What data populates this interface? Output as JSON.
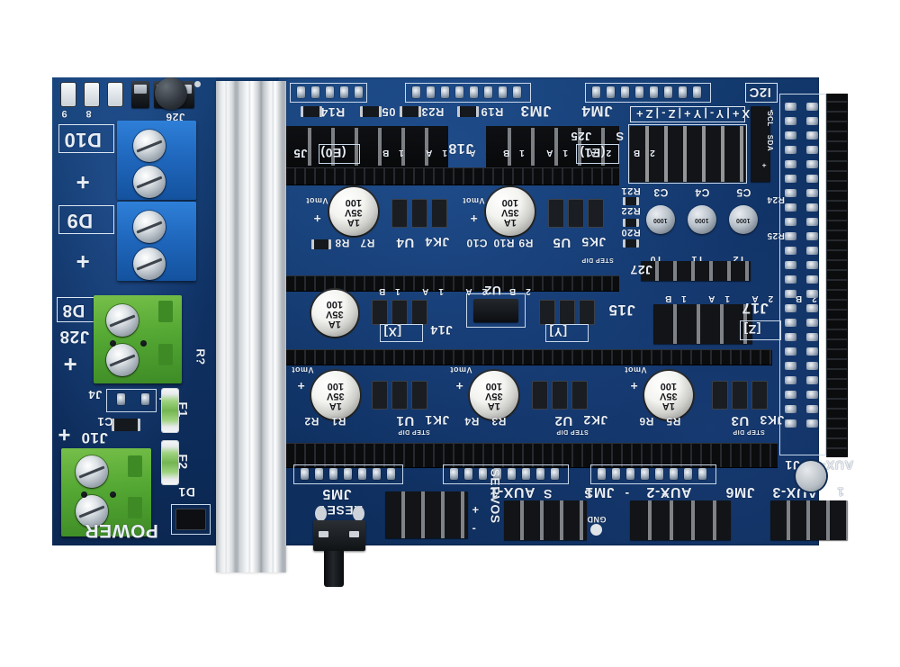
{
  "scene": {
    "subject": "RAMPS 1.4 3D printer controller shield board photograph",
    "orientation": "board photographed rotated 180 degrees; silkscreen text appears upside-down",
    "background_color": "#ffffff",
    "pcb_color": "#123a6b",
    "silkscreen_color": "#e8eef6"
  },
  "power_section": {
    "blue_terminal": {
      "labels": [
        "D10",
        "+",
        "D9",
        "+"
      ],
      "screw_count": 4,
      "color": "#1f67bd"
    },
    "green_terminal_upper": {
      "labels": [
        "D8",
        "J28",
        "+"
      ],
      "screw_count": 2,
      "color": "#54a833"
    },
    "green_terminal_lower": {
      "labels": [
        "J10",
        "+",
        "POWER"
      ],
      "screw_count": 2,
      "color": "#54a833"
    },
    "components": [
      {
        "ref": "J26"
      },
      {
        "ref": "J4"
      },
      {
        "ref": "C1"
      },
      {
        "ref": "F1"
      },
      {
        "ref": "F2"
      },
      {
        "ref": "D1"
      },
      {
        "ref": "R?"
      }
    ],
    "led_refs": [
      "9",
      "8"
    ],
    "mosfet_count": 3
  },
  "top_headers": {
    "refs": [
      "R14",
      "05",
      "R23",
      "R19",
      "JM3",
      "JM4",
      "I2C"
    ],
    "endstop_labels": [
      "X-",
      "X+",
      "Y-",
      "Y+",
      "Z-",
      "Z+"
    ],
    "extruder_labels": [
      "J5",
      "(E0)",
      "J18",
      "J25",
      "S",
      "(E1)"
    ],
    "driver_pin_labels": [
      "2B",
      "2A",
      "1A",
      "1B"
    ]
  },
  "driver_area": {
    "capacitor_text": [
      "1A",
      "35V",
      "100"
    ],
    "caps_small_text": "1000",
    "refs_row1": [
      "R8",
      "R7",
      "U4",
      "JK4",
      "C10",
      "R10",
      "R9",
      "U5",
      "JK5",
      "R21",
      "R22",
      "R20"
    ],
    "refs_row2": [
      "U2",
      "J14",
      "[X]",
      "J15",
      "[Y]",
      "J17",
      "[Z]",
      "J27"
    ],
    "refs_row3": [
      "R2",
      "R1",
      "U1",
      "JK1",
      "R4",
      "R3",
      "U2",
      "JK2",
      "R6",
      "R5",
      "U3",
      "JK3"
    ],
    "thermistor_labels": [
      "T0",
      "T1",
      "T2"
    ],
    "caps_refs": [
      "C3",
      "C4",
      "C5"
    ],
    "res_refs": [
      "R24",
      "R25"
    ],
    "vmot_label": "Vmot",
    "step_dip_label": "STEP DIP"
  },
  "bottom_headers": {
    "refs": [
      "JM5",
      "RESET",
      "SERVOS",
      "AUX-1",
      "JM1",
      "AUX-2",
      "JM6",
      "AUX-3",
      "J1",
      "AUX-4",
      "GND"
    ],
    "aux1_pin_labels": [
      "+",
      "-",
      "S",
      "S"
    ],
    "aux3_pin_number": "1",
    "servos_labels": [
      "+",
      "-"
    ]
  },
  "right_edge": {
    "refs": [
      "J1",
      "AUX-4",
      "I2C"
    ],
    "i2c_pin_labels": [
      "SCL",
      "SDA",
      "+",
      "-"
    ]
  }
}
